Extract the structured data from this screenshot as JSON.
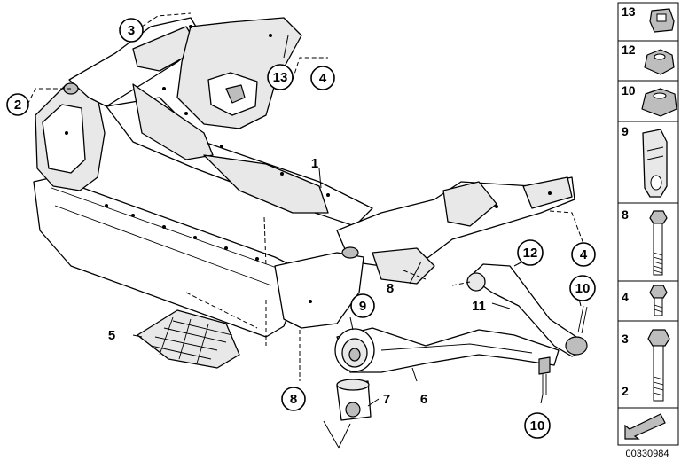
{
  "diagram_code": "00330984",
  "callouts": {
    "c2": "2",
    "c3": "3",
    "c13": "13",
    "c4a": "4",
    "c1": "1",
    "c4b": "4",
    "c12": "12",
    "c8a": "8",
    "c11": "11",
    "c10a": "10",
    "c9": "9",
    "c5": "5",
    "c7": "7",
    "c6": "6",
    "c8b": "8",
    "c10b": "10"
  },
  "legend": {
    "items": [
      "13",
      "12",
      "10",
      "9",
      "8",
      "4",
      "3",
      "2"
    ]
  }
}
